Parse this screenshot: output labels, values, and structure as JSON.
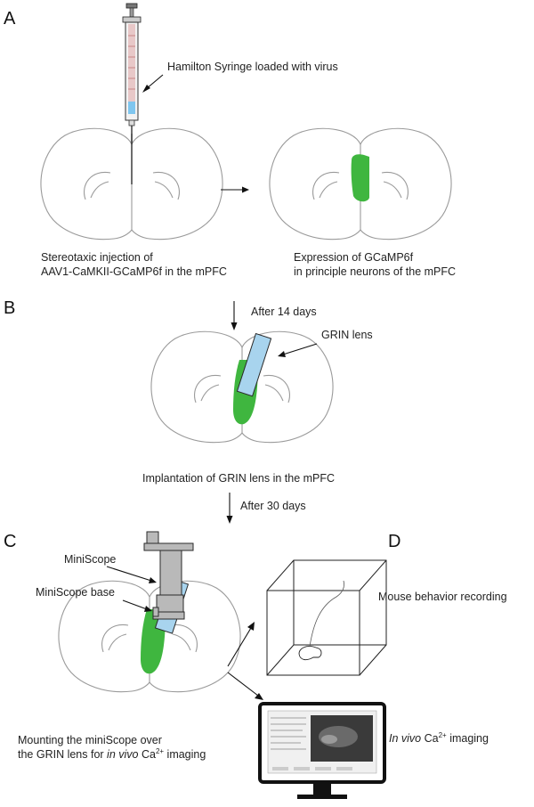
{
  "panels": {
    "a": "A",
    "b": "B",
    "c": "C",
    "d": "D"
  },
  "panel_a": {
    "syringe_label": "Hamilton Syringe loaded with virus",
    "injection_line1": "Stereotaxic injection of",
    "injection_line2": "AAV1-CaMKII-GCaMP6f in the mPFC",
    "expression_line1": "Expression of GCaMP6f",
    "expression_line2": "in principle neurons of the mPFC"
  },
  "panel_b": {
    "delay_label": "After 14 days",
    "lens_label": "GRIN lens",
    "implant_caption": "Implantation of GRIN lens in the mPFC"
  },
  "panel_c": {
    "delay_label": "After 30 days",
    "scope_label": "MiniScope",
    "base_label": "MiniScope base",
    "mount_line1": "Mounting the miniScope over",
    "mount_line2_pre": "the GRIN lens for ",
    "mount_line2_italic": "in vivo",
    "mount_line2_post": " Ca",
    "mount_line2_sup": "2+",
    "mount_line2_end": " imaging"
  },
  "panel_d": {
    "behavior_label": "Mouse behavior recording",
    "imaging_italic": "In vivo",
    "imaging_post": " Ca",
    "imaging_sup": "2+",
    "imaging_end": " imaging"
  },
  "colors": {
    "expression": "#3fb63f",
    "lens": "#a8d4ee",
    "scope": "#b9b9b9",
    "outline": "#9a9a9a"
  }
}
